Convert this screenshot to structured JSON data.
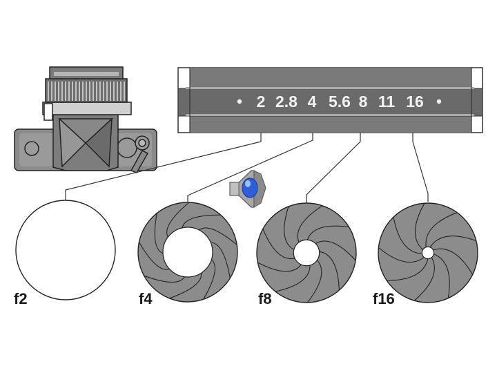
{
  "scale": {
    "values": [
      "2",
      "2.8",
      "4",
      "5.6",
      "8",
      "11",
      "16"
    ],
    "marker": "•"
  },
  "apertures": [
    {
      "label": "f2",
      "opening": 1.0
    },
    {
      "label": "f4",
      "opening": 0.5
    },
    {
      "label": "f8",
      "opening": 0.26
    },
    {
      "label": "f16",
      "opening": 0.12
    }
  ],
  "icons": {
    "camera": "camera-icon",
    "speaker": "speaker-icon"
  },
  "colors": {
    "blade_gray": "#8c8c8c",
    "ring_gray": "#777777",
    "outline": "#222222",
    "speaker_blue": "#2f5fd8"
  }
}
